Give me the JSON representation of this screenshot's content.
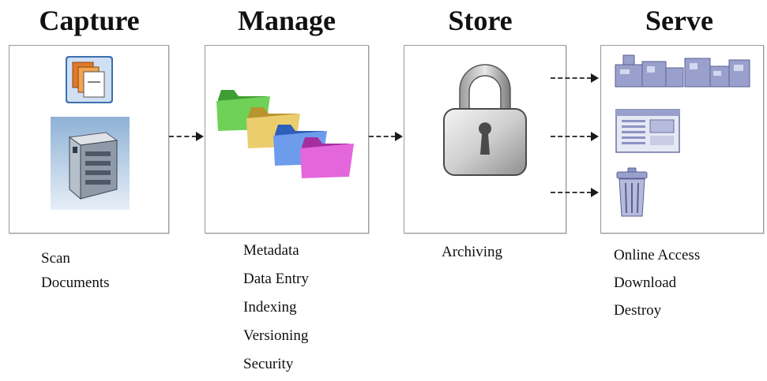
{
  "stages": [
    {
      "title": "Capture",
      "lines": [
        "Scan",
        "Documents"
      ]
    },
    {
      "title": "Manage",
      "lines": [
        "Metadata",
        "Data Entry",
        "Indexing",
        "Versioning",
        "Security"
      ]
    },
    {
      "title": "Store",
      "lines": [
        "Archiving"
      ]
    },
    {
      "title": "Serve",
      "lines": [
        "Online Access",
        "Download",
        "Destroy"
      ]
    }
  ],
  "icons": {
    "capture": [
      "documents-stack-icon",
      "scanner-copier-icon"
    ],
    "manage": [
      "folder-green-icon",
      "folder-yellow-icon",
      "folder-blue-icon",
      "folder-pink-icon"
    ],
    "store": [
      "padlock-icon"
    ],
    "serve": [
      "server-rack-icon",
      "web-page-icon",
      "trash-can-icon"
    ]
  },
  "colors": {
    "box_border": "#9a9a9a",
    "arrow": "#1a1a1a",
    "folder_green": "#5fc24a",
    "folder_yellow": "#e6c25a",
    "folder_blue": "#5f8fe0",
    "folder_pink": "#d94fd0",
    "serve_icons": "#8c93c4"
  }
}
